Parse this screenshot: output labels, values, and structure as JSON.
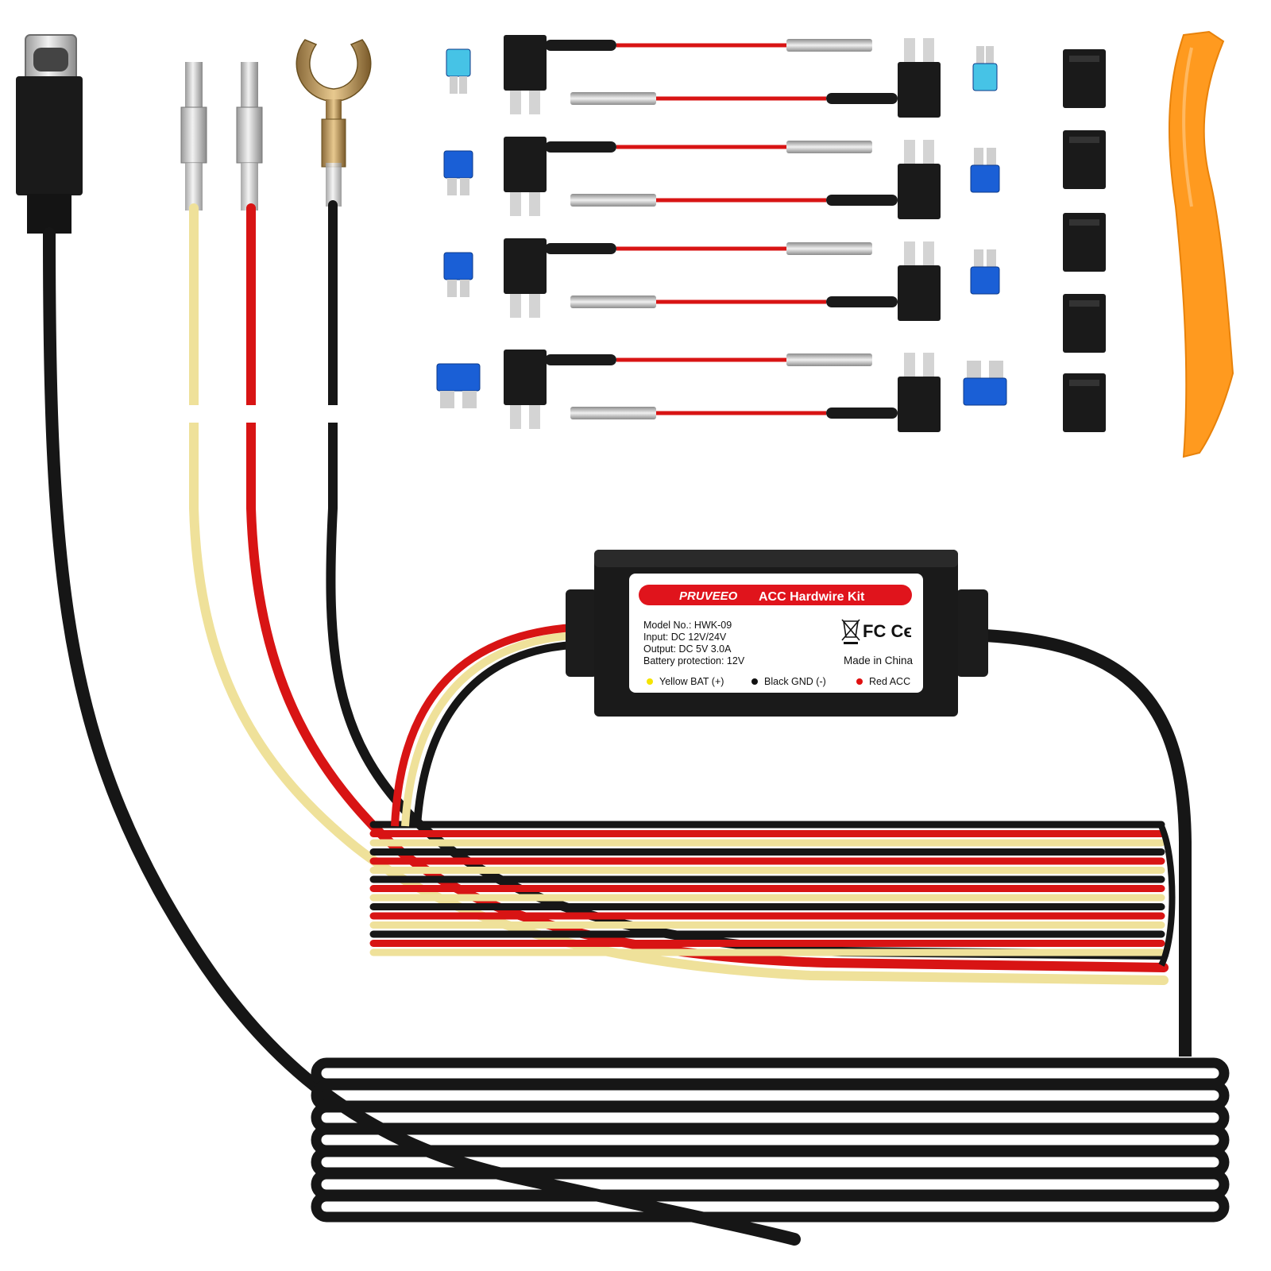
{
  "product": {
    "brand": "PRUVEEO",
    "title": "ACC Hardwire Kit",
    "specs": [
      "Model No.: HWK-09",
      "Input: DC 12V/24V",
      "Output: DC 5V 3.0A",
      "Battery protection: 12V"
    ],
    "origin": "Made in China",
    "cert_marks": "FC Cϵ",
    "legend": [
      {
        "text": "Yellow BAT (+)",
        "color": "#f5e400"
      },
      {
        "text": "Black GND (-)",
        "color": "#111111"
      },
      {
        "text": "Red ACC",
        "color": "#e01010"
      }
    ]
  },
  "colors": {
    "wire_red": "#d81414",
    "wire_yellow": "#efe19a",
    "wire_black": "#161616",
    "tool_orange": "#ff9a1f",
    "fuse_blue": "#1a5fd6",
    "fuse_light_blue": "#46c3e6",
    "label_red": "#e0141c"
  },
  "icons": {
    "connector": "usb-type-c-connector-icon",
    "terminal": "fork-terminal-icon",
    "tool": "pry-tool-icon",
    "clip": "cable-clip-icon",
    "fuse": "blade-fuse-icon",
    "tap": "fuse-tap-icon"
  }
}
